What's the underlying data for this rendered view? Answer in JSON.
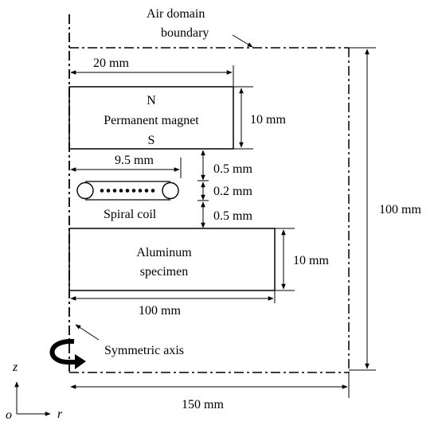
{
  "labels": {
    "air_domain_line1": "Air domain",
    "air_domain_line2": "boundary",
    "dim_magnet_width": "20 mm",
    "magnet_north": "N",
    "magnet_name": "Permanent magnet",
    "magnet_south": "S",
    "dim_magnet_height": "10 mm",
    "dim_coil_radius": "9.5 mm",
    "dim_gap_top": "0.5 mm",
    "dim_coil_thickness": "0.2 mm",
    "dim_gap_bottom": "0.5 mm",
    "coil_name": "Spiral coil",
    "dim_domain_height": "100 mm",
    "specimen_line1": "Aluminum",
    "specimen_line2": "specimen",
    "dim_specimen_height": "10 mm",
    "dim_specimen_width": "100 mm",
    "symmetric_axis": "Symmetric axis",
    "dim_domain_width": "150 mm",
    "axis_z": "z",
    "axis_r": "r",
    "origin": "o"
  },
  "colors": {
    "line": "#000000",
    "background": "#ffffff"
  }
}
